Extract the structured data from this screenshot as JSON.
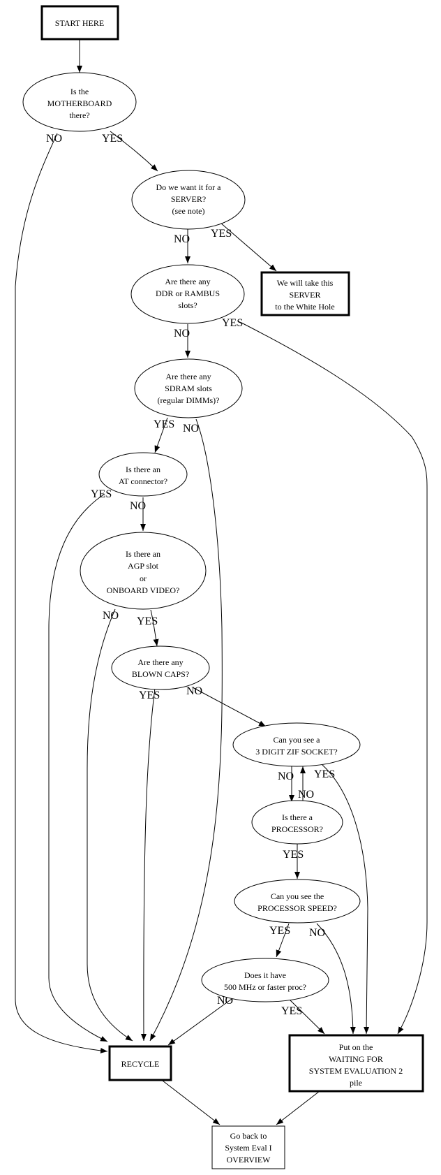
{
  "diagram": {
    "nodes": {
      "start": {
        "lines": [
          "START HERE"
        ],
        "shape": "box-bold"
      },
      "motherboard": {
        "lines": [
          "Is the",
          "MOTHERBOARD",
          "there?"
        ],
        "shape": "ellipse"
      },
      "server": {
        "lines": [
          "Do we want it for a",
          "SERVER?",
          "(see note)"
        ],
        "shape": "ellipse"
      },
      "white_hole": {
        "lines": [
          "We will take this",
          "SERVER",
          "to the White Hole"
        ],
        "shape": "box-bold"
      },
      "ddr": {
        "lines": [
          "Are there any",
          "DDR or RAMBUS",
          "slots?"
        ],
        "shape": "ellipse"
      },
      "sdram": {
        "lines": [
          "Are there any",
          "SDRAM slots",
          "(regular DIMMs)?"
        ],
        "shape": "ellipse"
      },
      "at": {
        "lines": [
          "Is there an",
          "AT connector?"
        ],
        "shape": "ellipse"
      },
      "agp": {
        "lines": [
          "Is there an",
          "AGP slot",
          "or",
          "ONBOARD VIDEO?"
        ],
        "shape": "ellipse"
      },
      "caps": {
        "lines": [
          "Are there any",
          "BLOWN CAPS?"
        ],
        "shape": "ellipse"
      },
      "zif": {
        "lines": [
          "Can you see a",
          "3 DIGIT ZIF SOCKET?"
        ],
        "shape": "ellipse"
      },
      "processor": {
        "lines": [
          "Is there a",
          "PROCESSOR?"
        ],
        "shape": "ellipse"
      },
      "speed": {
        "lines": [
          "Can you see the",
          "PROCESSOR SPEED?"
        ],
        "shape": "ellipse"
      },
      "mhz": {
        "lines": [
          "Does it have",
          "500 MHz or faster proc?"
        ],
        "shape": "ellipse"
      },
      "recycle": {
        "lines": [
          "RECYCLE"
        ],
        "shape": "box-bold"
      },
      "waiting": {
        "lines": [
          "Put on the",
          "WAITING FOR",
          "SYSTEM EVALUATION 2",
          "pile"
        ],
        "shape": "box-bold"
      },
      "overview": {
        "lines": [
          "Go back to",
          "System Eval I",
          "OVERVIEW"
        ],
        "shape": "box"
      }
    },
    "edges": [
      {
        "id": "start-motherboard",
        "from": "start",
        "to": "motherboard",
        "label": ""
      },
      {
        "id": "motherboard-recycle",
        "from": "motherboard",
        "to": "recycle",
        "label": "NO"
      },
      {
        "id": "motherboard-server",
        "from": "motherboard",
        "to": "server",
        "label": "YES"
      },
      {
        "id": "server-ddr",
        "from": "server",
        "to": "ddr",
        "label": "NO"
      },
      {
        "id": "server-whitehole",
        "from": "server",
        "to": "white_hole",
        "label": "YES"
      },
      {
        "id": "ddr-sdram",
        "from": "ddr",
        "to": "sdram",
        "label": "NO"
      },
      {
        "id": "ddr-waiting",
        "from": "ddr",
        "to": "waiting",
        "label": "YES"
      },
      {
        "id": "sdram-at",
        "from": "sdram",
        "to": "at",
        "label": "YES"
      },
      {
        "id": "sdram-recycle",
        "from": "sdram",
        "to": "recycle",
        "label": "NO"
      },
      {
        "id": "at-recycle",
        "from": "at",
        "to": "recycle",
        "label": "YES"
      },
      {
        "id": "at-agp",
        "from": "at",
        "to": "agp",
        "label": "NO"
      },
      {
        "id": "agp-recycle",
        "from": "agp",
        "to": "recycle",
        "label": "NO"
      },
      {
        "id": "agp-caps",
        "from": "agp",
        "to": "caps",
        "label": "YES"
      },
      {
        "id": "caps-recycle",
        "from": "caps",
        "to": "recycle",
        "label": "YES"
      },
      {
        "id": "caps-zif",
        "from": "caps",
        "to": "zif",
        "label": "NO"
      },
      {
        "id": "zif-processor",
        "from": "zif",
        "to": "processor",
        "label": "NO"
      },
      {
        "id": "processor-zif",
        "from": "processor",
        "to": "zif",
        "label": "NO"
      },
      {
        "id": "zif-waiting",
        "from": "zif",
        "to": "waiting",
        "label": "YES"
      },
      {
        "id": "processor-speed",
        "from": "processor",
        "to": "speed",
        "label": "YES"
      },
      {
        "id": "speed-mhz",
        "from": "speed",
        "to": "mhz",
        "label": "YES"
      },
      {
        "id": "speed-waiting",
        "from": "speed",
        "to": "waiting",
        "label": "NO"
      },
      {
        "id": "mhz-recycle",
        "from": "mhz",
        "to": "recycle",
        "label": "NO"
      },
      {
        "id": "mhz-waiting",
        "from": "mhz",
        "to": "waiting",
        "label": "YES"
      },
      {
        "id": "recycle-overview",
        "from": "recycle",
        "to": "overview",
        "label": ""
      },
      {
        "id": "waiting-overview",
        "from": "waiting",
        "to": "overview",
        "label": ""
      }
    ]
  }
}
